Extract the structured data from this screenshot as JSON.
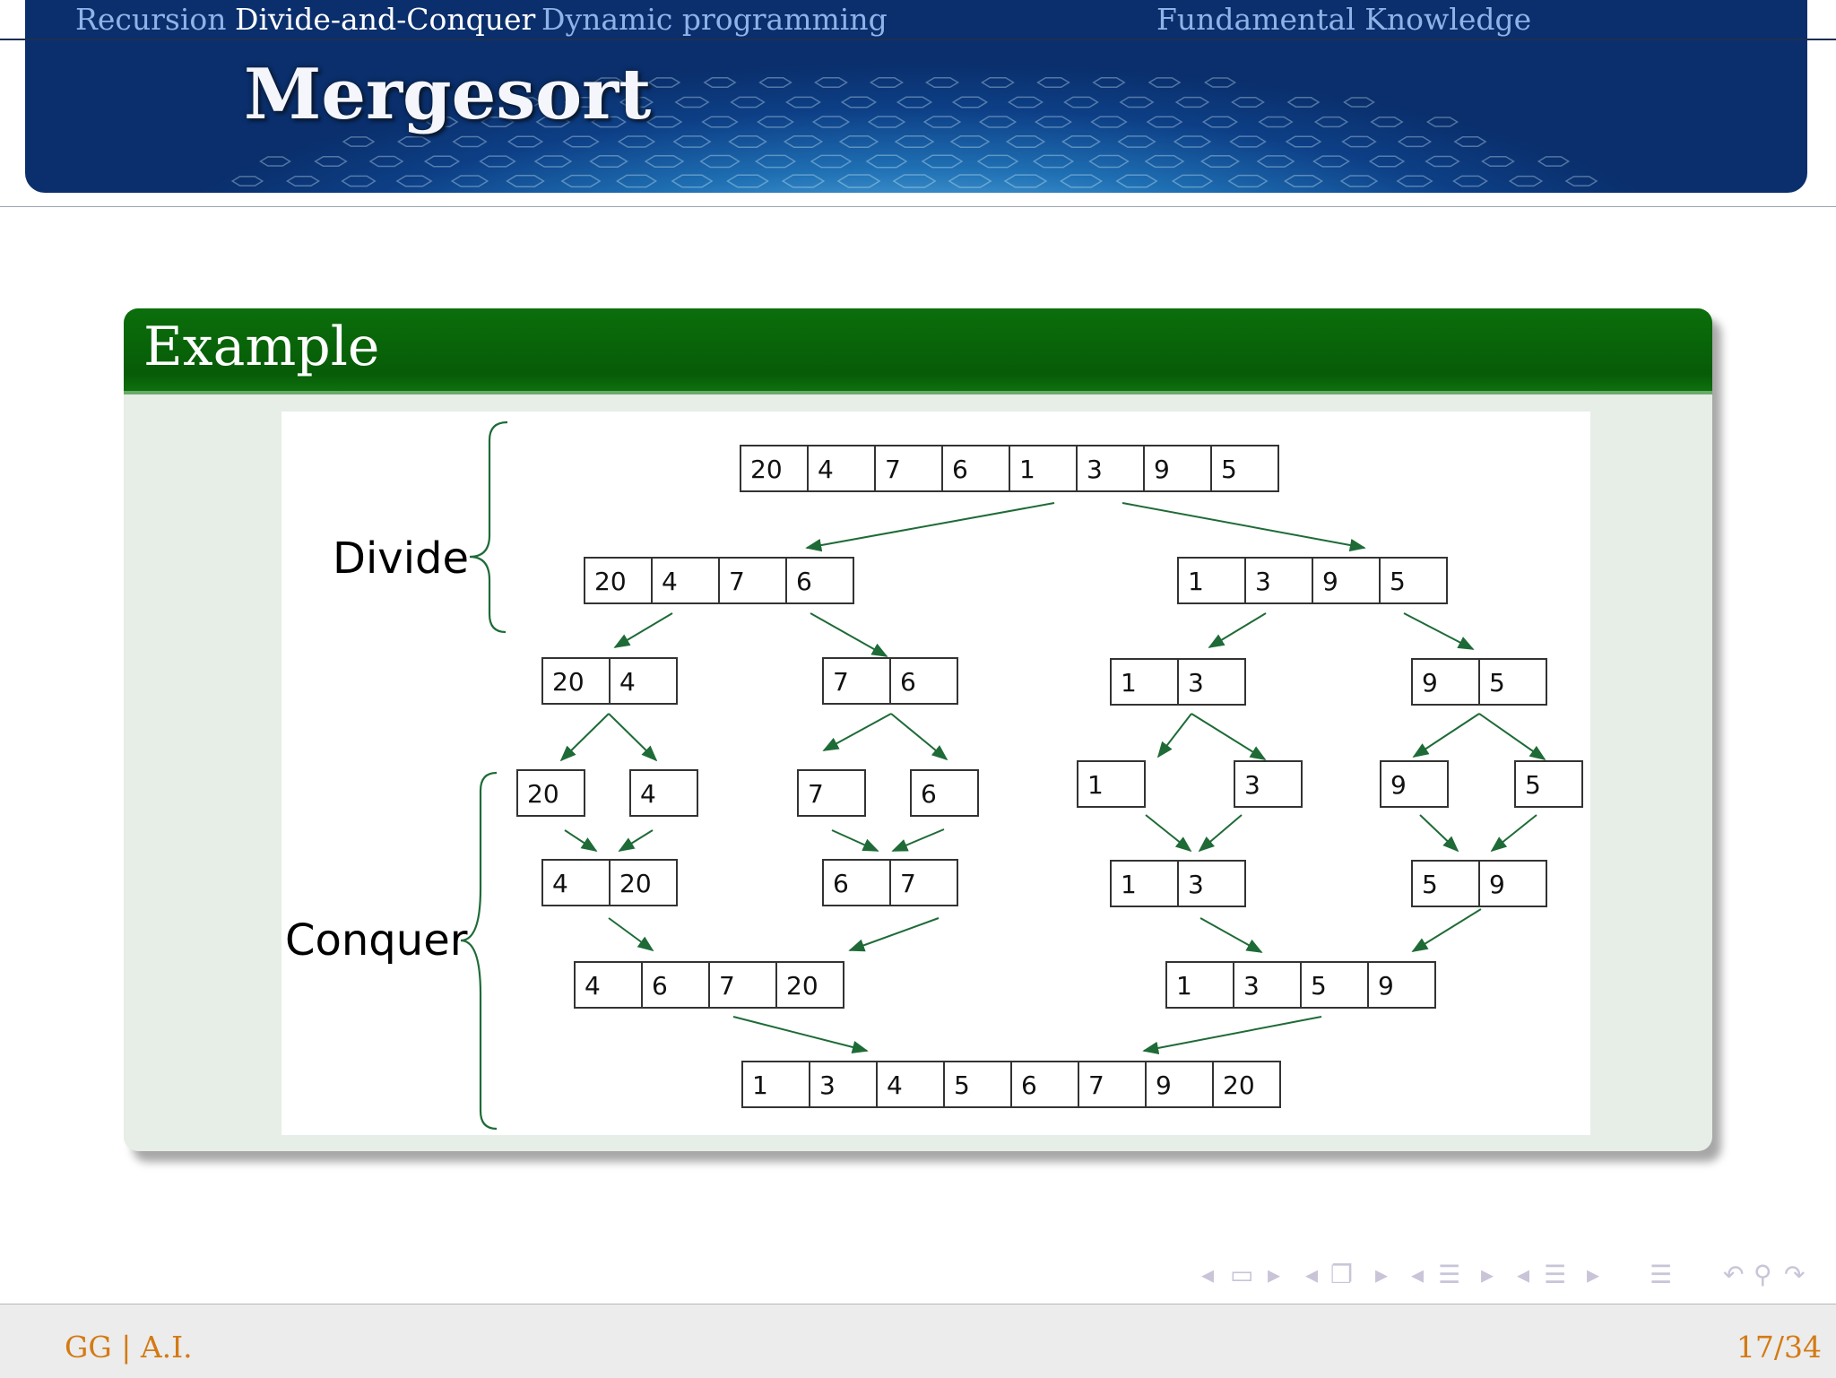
{
  "header": {
    "nav": [
      "Recursion",
      "Divide-and-Conquer",
      "Dynamic programming",
      "Fundamental Knowledge"
    ],
    "active_index": 1,
    "title": "Mergesort"
  },
  "block": {
    "title": "Example"
  },
  "diagram": {
    "labels": {
      "divide": "Divide",
      "conquer": "Conquer"
    },
    "rows": {
      "root": [
        20,
        4,
        7,
        6,
        1,
        3,
        9,
        5
      ],
      "half_left": [
        20,
        4,
        7,
        6
      ],
      "half_right": [
        1,
        3,
        9,
        5
      ],
      "quarters": [
        [
          20,
          4
        ],
        [
          7,
          6
        ],
        [
          1,
          3
        ],
        [
          9,
          5
        ]
      ],
      "singles": [
        [
          20,
          4
        ],
        [
          7,
          6
        ],
        [
          1,
          3
        ],
        [
          9,
          5
        ]
      ],
      "merged_pairs": [
        [
          4,
          20
        ],
        [
          6,
          7
        ],
        [
          1,
          3
        ],
        [
          5,
          9
        ]
      ],
      "merged_halves": [
        [
          4,
          6,
          7,
          20
        ],
        [
          1,
          3,
          5,
          9
        ]
      ],
      "result": [
        1,
        3,
        4,
        5,
        6,
        7,
        9,
        20
      ]
    },
    "colors": {
      "arrow": "#1e6b37",
      "brace": "#1e6b37",
      "box": "#333333"
    }
  },
  "footer": {
    "left": "GG | A.I.",
    "page": "17/34"
  },
  "nav_icons": [
    "frame-prev-icon",
    "frame-icon",
    "frame-next-icon",
    "slide-prev-icon",
    "slide-icon",
    "slide-next-icon",
    "section-prev-icon",
    "section-icon",
    "section-next-icon",
    "subsection-prev-icon",
    "subsection-icon",
    "subsection-next-icon",
    "toc-icon",
    "back-icon",
    "search-icon",
    "forward-icon"
  ]
}
